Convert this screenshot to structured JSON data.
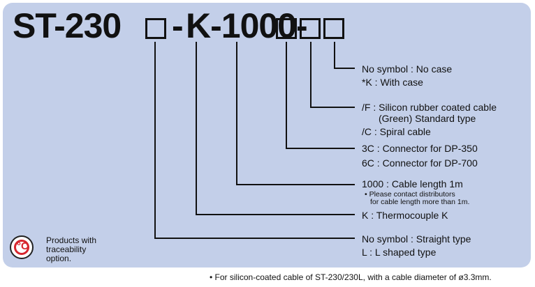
{
  "model_code": {
    "part1": "ST-230",
    "sep1": "-",
    "part2": "K-1000-"
  },
  "options": {
    "case": {
      "line1": "No symbol : No case",
      "line2": "*K : With case"
    },
    "cable_coating": {
      "line1": "/F : Silicon rubber coated cable",
      "line2": "(Green) Standard type",
      "line3": "/C : Spiral cable"
    },
    "connector": {
      "line1": "3C : Connector for DP-350",
      "line2": "6C :  Connector for DP-700"
    },
    "cable_length": {
      "line1": "1000 : Cable length 1m",
      "note1": "• Please contact distributors",
      "note2": "for cable length more than 1m."
    },
    "thermocouple": {
      "line1": "K : Thermocouple K"
    },
    "shape": {
      "line1": "No symbol : Straight type",
      "line2": "L : L shaped type"
    }
  },
  "traceability": {
    "icon": "thermometer-c-icon",
    "line1": "Products with",
    "line2": "traceability",
    "line3": "option."
  },
  "footnote": "• For silicon-coated cable of ST-230/230L, with a cable diameter of ø3.3mm.",
  "colors": {
    "panel_background": "#c3cfe9",
    "icon_accent": "#d7262e",
    "text": "#111111"
  }
}
